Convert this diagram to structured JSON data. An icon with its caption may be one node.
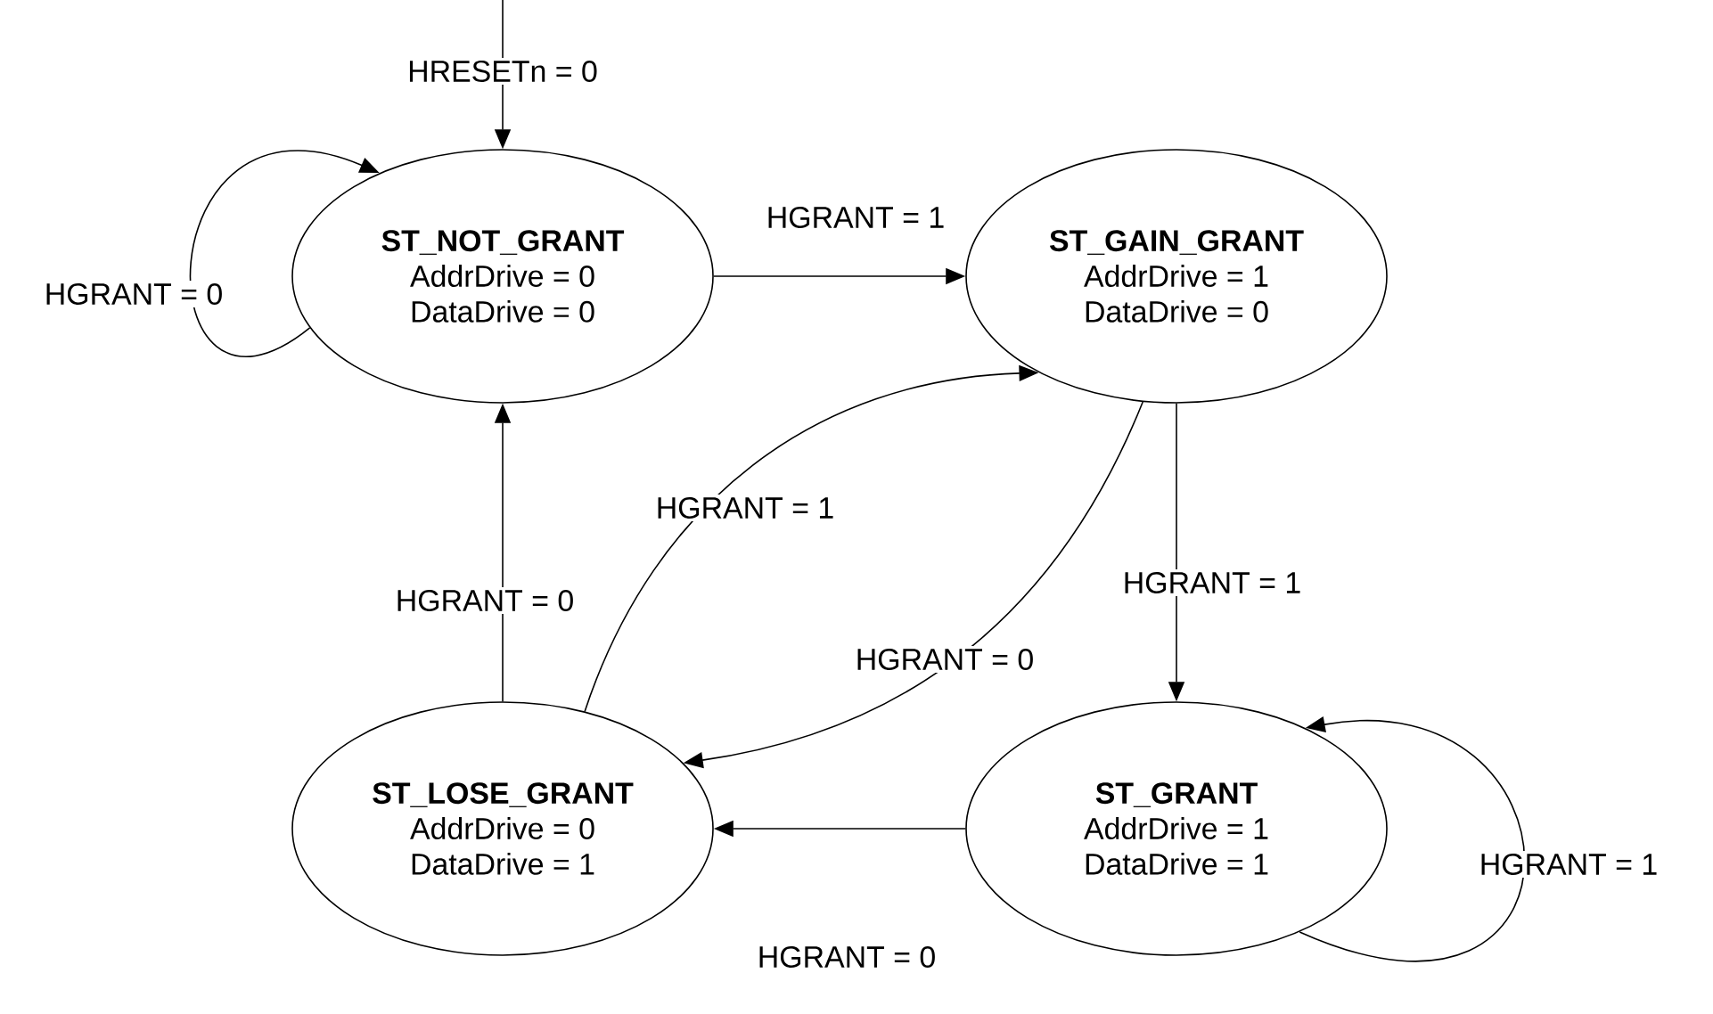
{
  "diagram": {
    "nodes": [
      {
        "text": [
          "ST_NOT_GRANT",
          "AddrDrive = 0",
          "DataDrive = 0"
        ]
      },
      {
        "text": [
          "ST_GAIN_GRANT",
          "AddrDrive = 1",
          "DataDrive = 0"
        ]
      },
      {
        "text": [
          "ST_LOSE_GRANT",
          "AddrDrive = 0",
          "DataDrive = 1"
        ]
      },
      {
        "text": [
          "ST_GRANT",
          "AddrDrive = 1",
          "DataDrive = 1"
        ]
      }
    ],
    "edges": [
      {
        "from": null,
        "to": 0,
        "arrow": "to",
        "label": "HRESETn = 0"
      },
      {
        "from": 0,
        "to": 0,
        "arrow": "to",
        "label": "HGRANT = 0"
      },
      {
        "from": 0,
        "to": 1,
        "arrow": "to",
        "label": "HGRANT = 1"
      },
      {
        "from": 1,
        "to": 3,
        "arrow": "to",
        "label": "HGRANT = 1"
      },
      {
        "from": 3,
        "to": 3,
        "arrow": "to",
        "label": "HGRANT = 1"
      },
      {
        "from": 3,
        "to": 2,
        "arrow": "to",
        "label": "HGRANT = 0"
      },
      {
        "from": 2,
        "to": 0,
        "arrow": "to",
        "label": "HGRANT = 0"
      },
      {
        "from": 2,
        "to": 1,
        "arrow": "to",
        "label": "HGRANT = 1"
      },
      {
        "from": 1,
        "to": 2,
        "arrow": "to",
        "label": "HGRANT = 0"
      }
    ]
  }
}
